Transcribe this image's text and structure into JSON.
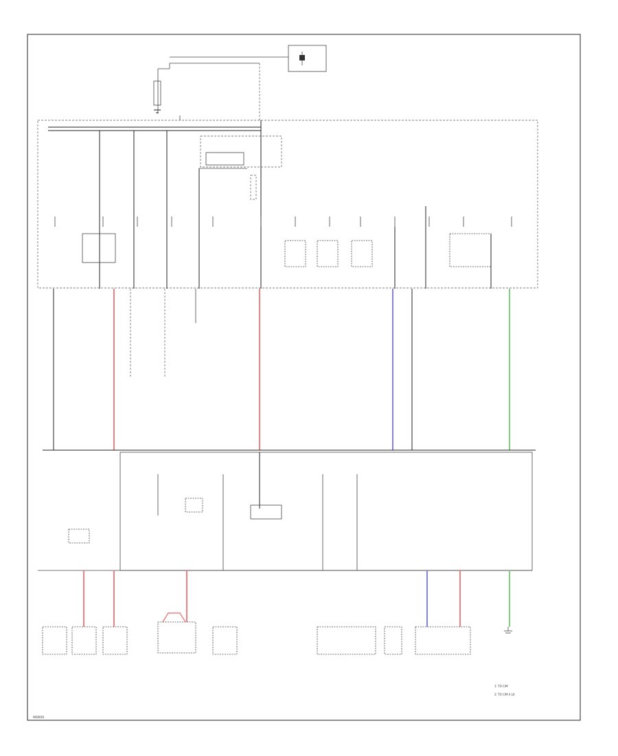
{
  "diagram": {
    "labels": {
      "diagram_ref": "W00001",
      "legend_1": "1: TO C/M",
      "legend_2": "2: TO C/M 4 L0"
    },
    "colors": {
      "background": "#ffffff",
      "outline": "#222222",
      "wire_red": "#f08080",
      "wire_blue": "#8080f0",
      "wire_green": "#80d080"
    }
  }
}
